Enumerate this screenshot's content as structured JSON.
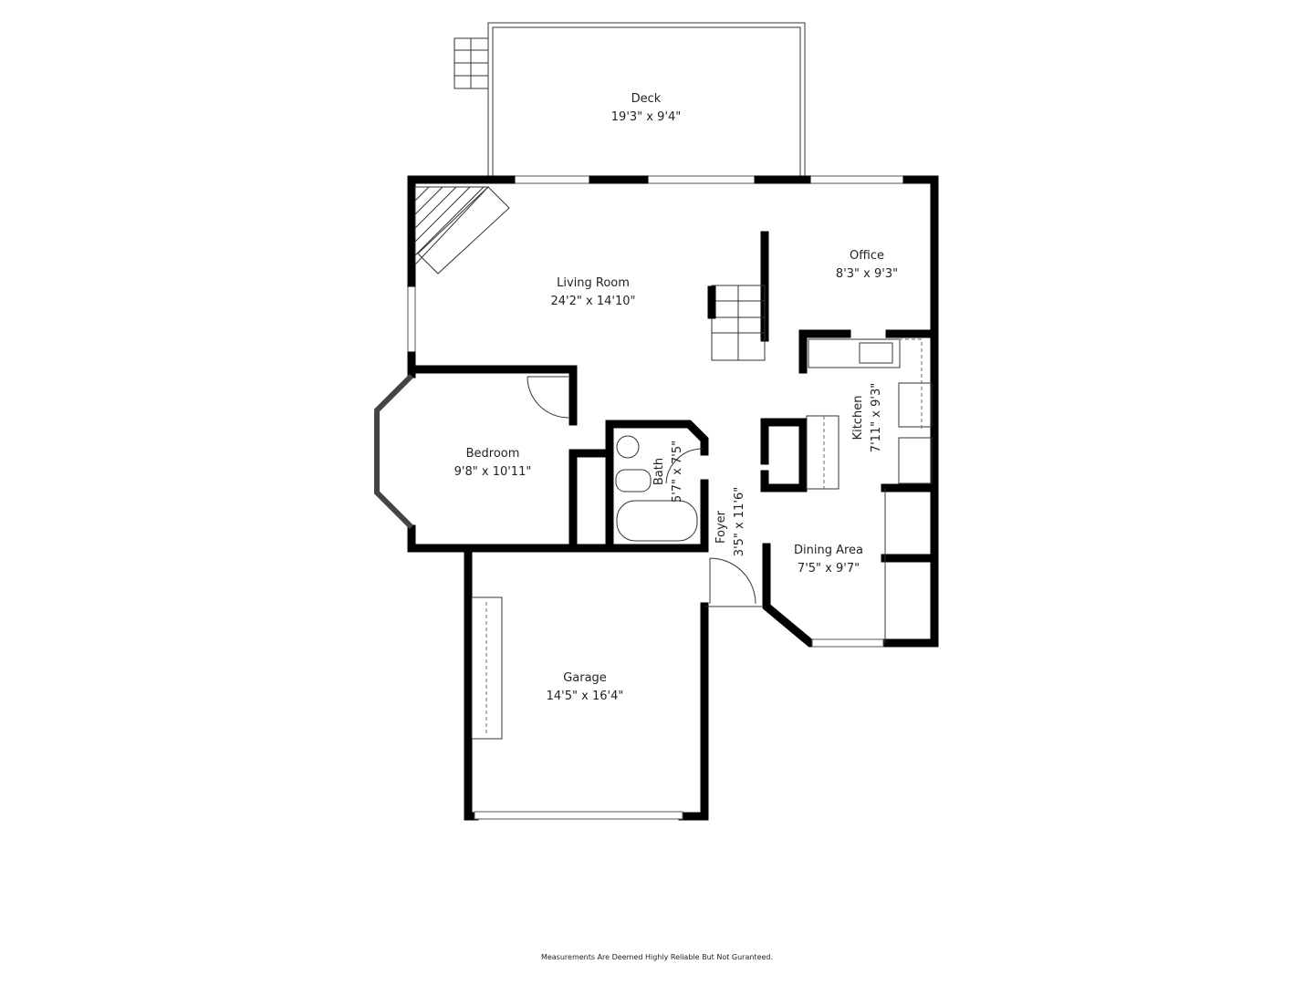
{
  "rooms": {
    "deck": {
      "name": "Deck",
      "size": "19'3\" x 9'4\""
    },
    "living_room": {
      "name": "Living Room",
      "size": "24'2\" x 14'10\""
    },
    "office": {
      "name": "Office",
      "size": "8'3\" x 9'3\""
    },
    "kitchen": {
      "name": "Kitchen",
      "size": "7'11\" x 9'3\""
    },
    "bedroom": {
      "name": "Bedroom",
      "size": "9'8\" x 10'11\""
    },
    "bath": {
      "name": "Bath",
      "size": "5'7\" x 7'5\""
    },
    "foyer": {
      "name": "Foyer",
      "size": "3'5\" x 11'6\""
    },
    "dining_area": {
      "name": "Dining Area",
      "size": "7'5\" x 9'7\""
    },
    "garage": {
      "name": "Garage",
      "size": "14'5\" x 16'4\""
    }
  },
  "disclaimer": "Measurements Are Deemed Highly Reliable But Not Guranteed."
}
